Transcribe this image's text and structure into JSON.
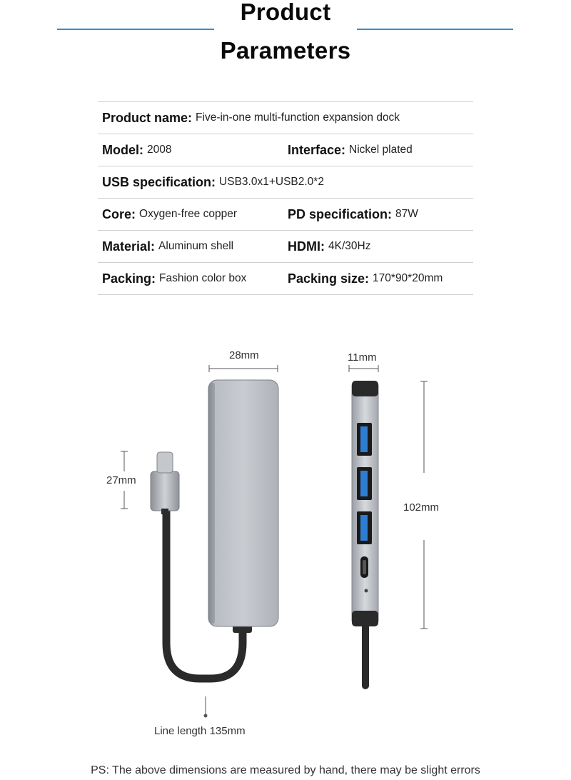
{
  "header": {
    "title_line1": "Product",
    "title_line2": "Parameters",
    "accent_color": "#2f8fcf"
  },
  "specs": [
    {
      "cells": [
        {
          "label": "Product name:",
          "value": "Five-in-one multi-function expansion dock"
        }
      ]
    },
    {
      "cells": [
        {
          "label": "Model:",
          "value": "2008"
        },
        {
          "label": "Interface:",
          "value": "Nickel plated"
        }
      ]
    },
    {
      "cells": [
        {
          "label": "USB specification:",
          "value": "USB3.0x1+USB2.0*2"
        }
      ]
    },
    {
      "cells": [
        {
          "label": "Core:",
          "value": "Oxygen-free copper"
        },
        {
          "label": "PD specification:",
          "value": "87W"
        }
      ]
    },
    {
      "cells": [
        {
          "label": "Material:",
          "value": "Aluminum shell"
        },
        {
          "label": "HDMI:",
          "value": "4K/30Hz"
        }
      ]
    },
    {
      "cells": [
        {
          "label": "Packing:",
          "value": "Fashion color box"
        },
        {
          "label": "Packing size:",
          "value": "170*90*20mm"
        }
      ]
    }
  ],
  "dimensions": {
    "width": "28mm",
    "thickness": "11mm",
    "plug_height": "27mm",
    "length": "102mm",
    "cable": "Line length 135mm"
  },
  "footnote": "PS: The above dimensions are measured by hand, there may be slight errors",
  "icons": [
    "usb-a-port-icon",
    "usb-c-port-icon",
    "usb-c-plug-icon"
  ]
}
